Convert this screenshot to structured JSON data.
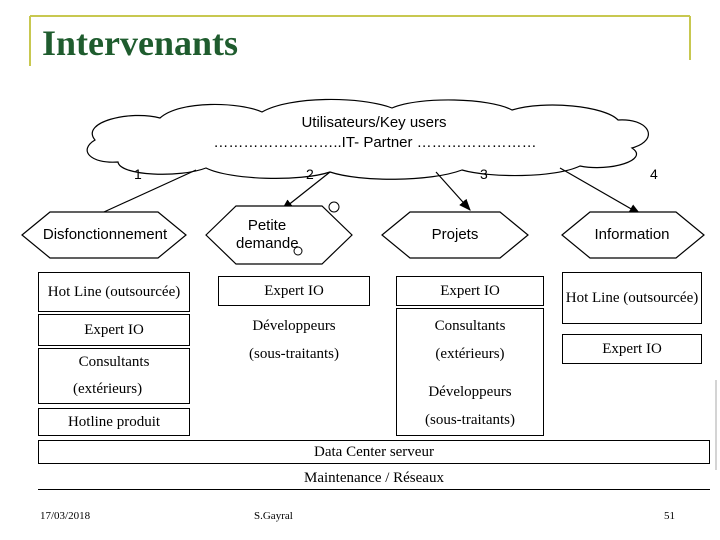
{
  "title": "Intervenants",
  "cloud": {
    "line1": "Utilisateurs/Key users",
    "line2": "……………………..IT- Partner ……………………"
  },
  "numbers": [
    "1",
    "2",
    "3",
    "4"
  ],
  "categories": [
    {
      "label": "Disfonctionnement"
    },
    {
      "label": "Petite demande"
    },
    {
      "label": "Projets"
    },
    {
      "label": "Information"
    }
  ],
  "col1": {
    "items": [
      "Hot Line (outsourcée)",
      "Expert IO",
      "Consultants",
      "(extérieurs)",
      "Hotline produit"
    ]
  },
  "col2": {
    "items": [
      "Expert IO",
      "Développeurs",
      "(sous-traitants)"
    ]
  },
  "col3": {
    "items": [
      "Expert IO",
      "Consultants",
      "(extérieurs)",
      "Développeurs",
      "(sous-traitants)"
    ]
  },
  "col4": {
    "items": [
      "Hot Line (outsourcée)",
      "Expert IO"
    ]
  },
  "bottom": {
    "datacenter": "Data Center serveur",
    "maintenance": "Maintenance / Réseaux"
  },
  "footer": {
    "date": "17/03/2018",
    "author": "S.Gayral",
    "page": "51"
  },
  "colors": {
    "title": "#1f5c2e",
    "frame": "#c8c850"
  }
}
